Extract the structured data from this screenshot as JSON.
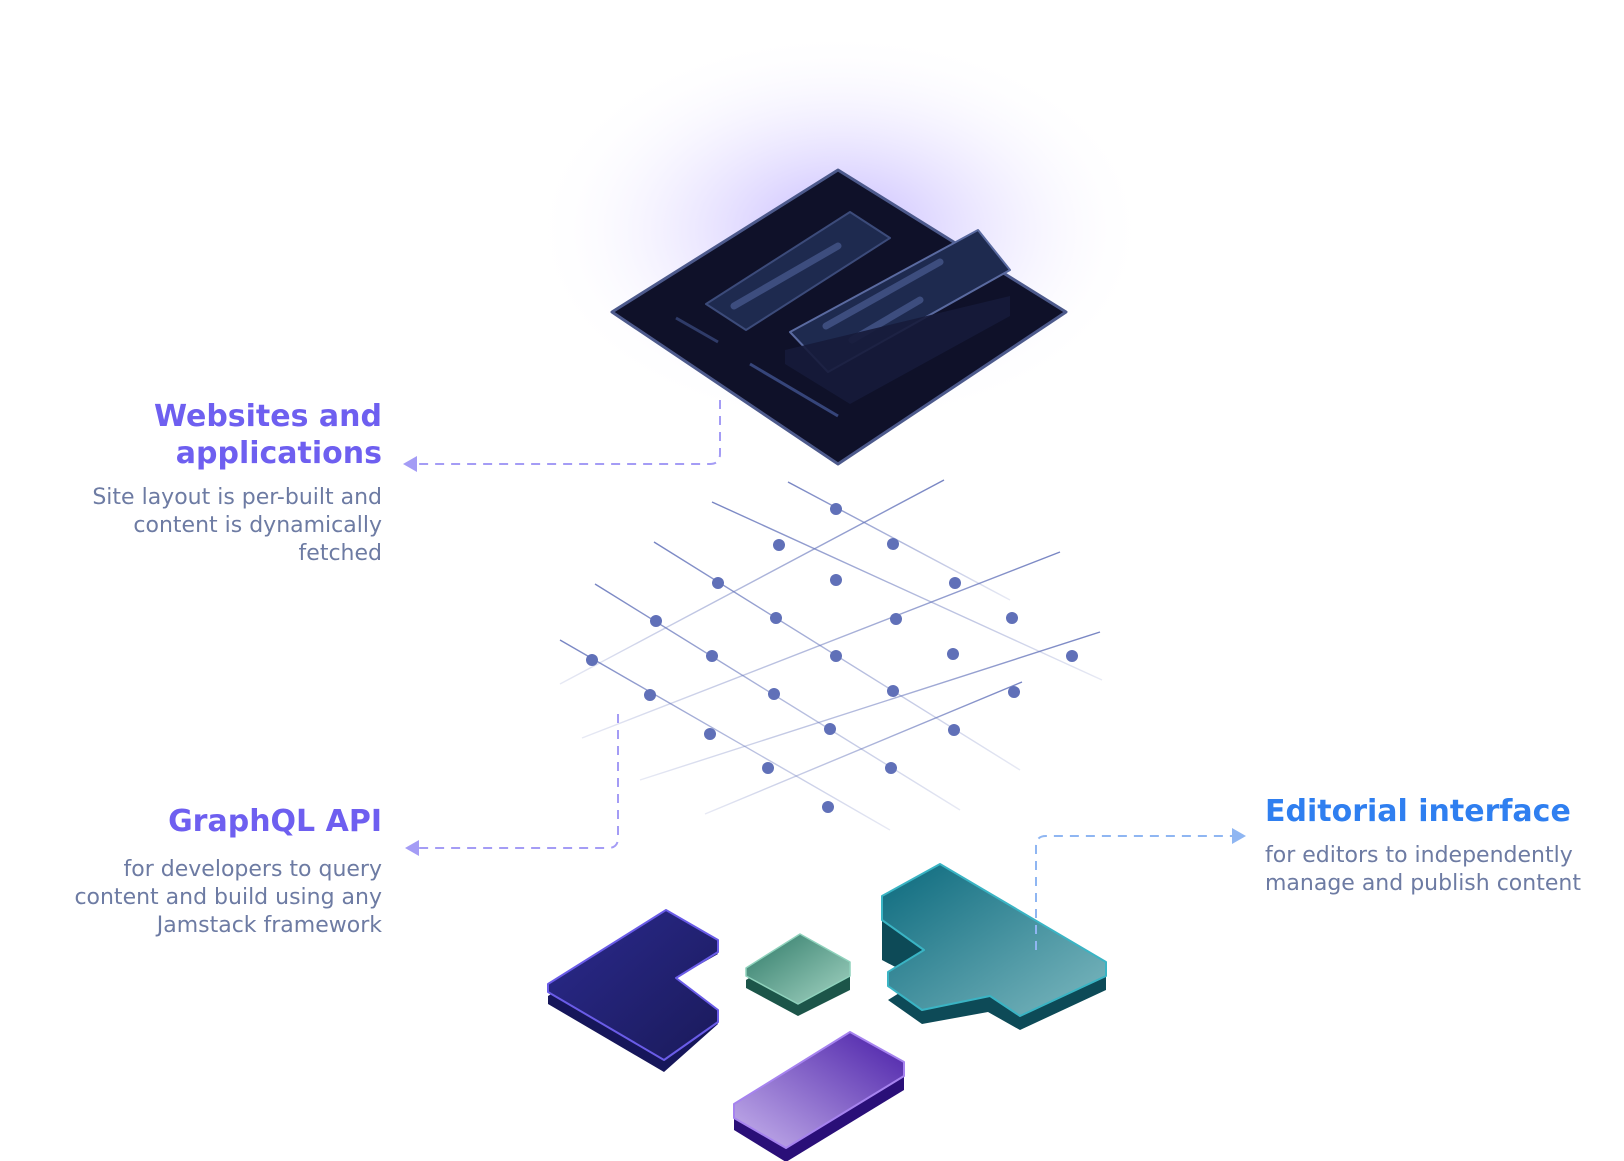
{
  "labels": {
    "websites": {
      "title_line1": "Websites and",
      "title_line2": "applications",
      "desc_line1": "Site layout is per-built and",
      "desc_line2": "content is dynamically",
      "desc_line3": "fetched"
    },
    "graphql": {
      "title": "GraphQL API",
      "desc_line1": "for developers to query",
      "desc_line2": "content and build using any",
      "desc_line3": "Jamstack framework"
    },
    "editorial": {
      "title": "Editorial interface",
      "desc_line1": "for editors to independently",
      "desc_line2": "manage and publish content"
    }
  },
  "icons": [
    "website-tile-icon",
    "graphql-grid-icon",
    "editorial-blocks-icon"
  ],
  "colors": {
    "purple_accent": "#6e5ff0",
    "blue_accent": "#2f7ff0",
    "desc_text": "#6d7ba3",
    "dark_tile": "#12132e",
    "grid_node": "#5f6fb8",
    "teal_block": "#2a8a98",
    "navy_block": "#252586",
    "green_block": "#3f8d79",
    "violet_block": "#7a4fd6"
  }
}
